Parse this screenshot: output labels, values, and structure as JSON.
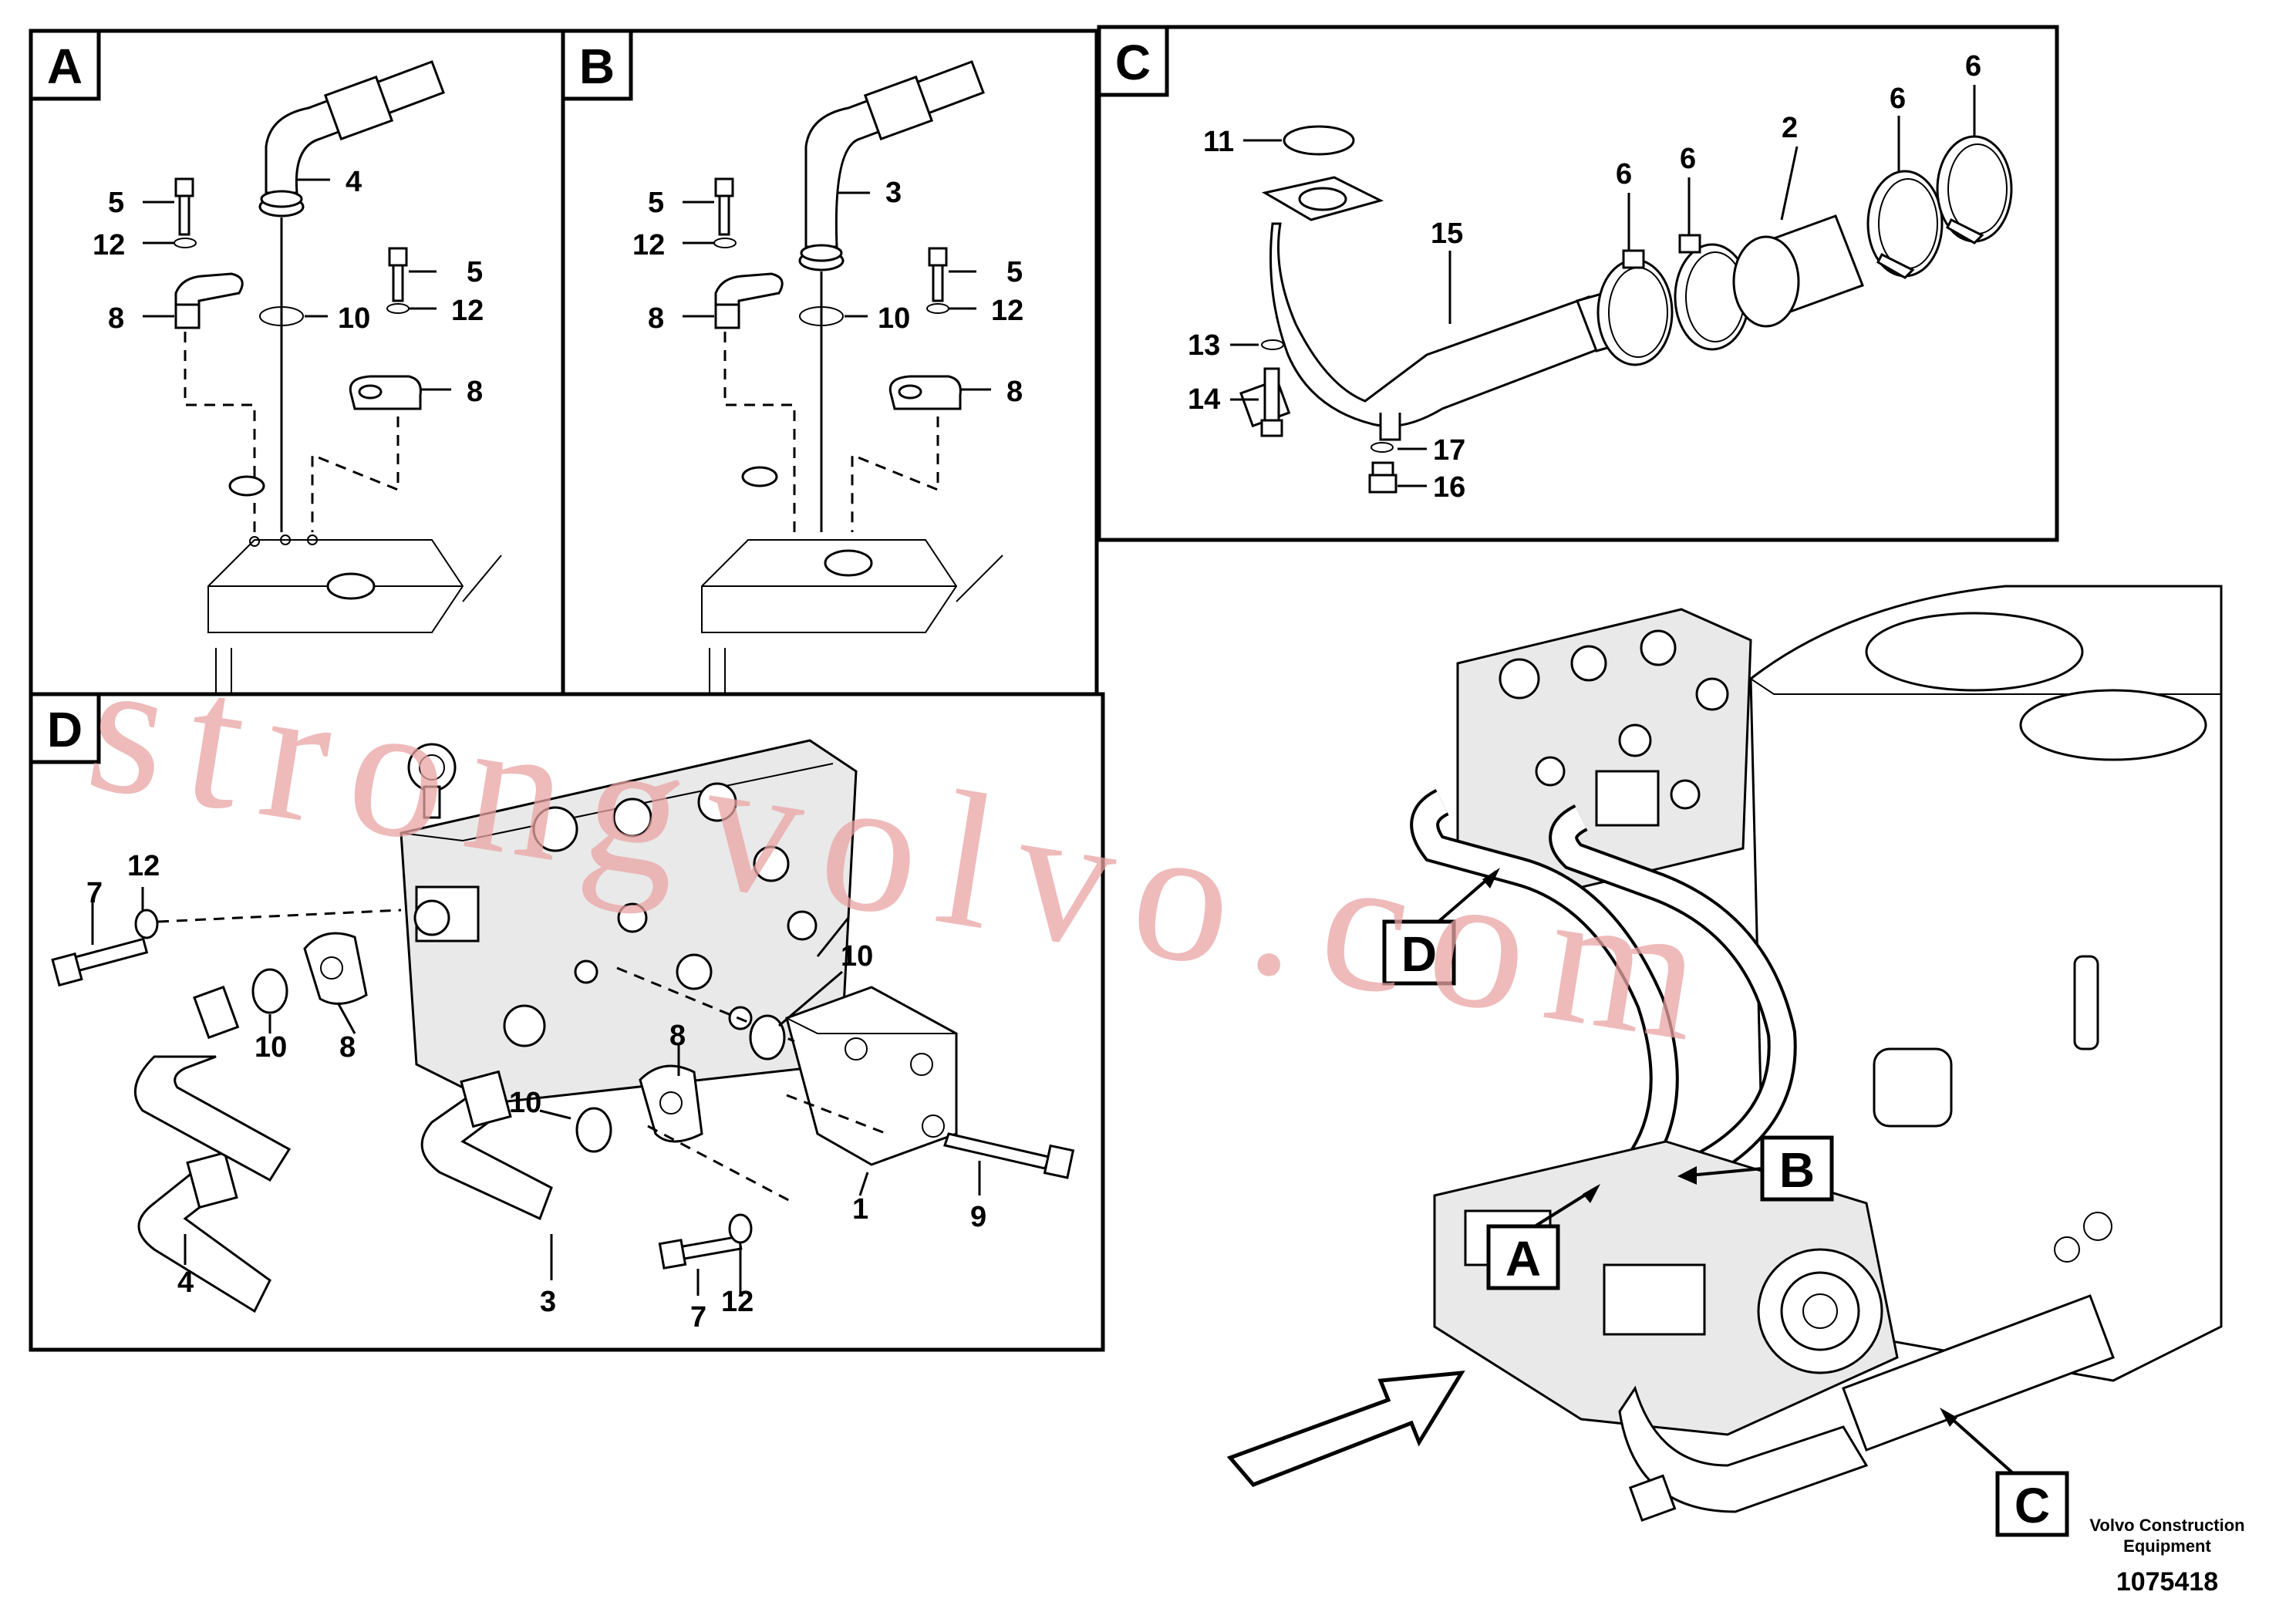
{
  "panels": [
    {
      "label": "A"
    },
    {
      "label": "B"
    },
    {
      "label": "C"
    },
    {
      "label": "D"
    }
  ],
  "callouts": {
    "a": [
      "4",
      "5",
      "12",
      "8",
      "10",
      "5",
      "12",
      "8"
    ],
    "b": [
      "3",
      "5",
      "12",
      "8",
      "10",
      "5",
      "12",
      "8"
    ],
    "c": [
      "11",
      "6",
      "6",
      "2",
      "6",
      "6",
      "15",
      "13",
      "14",
      "17",
      "16"
    ],
    "d": [
      "7",
      "12",
      "10",
      "10",
      "8",
      "4",
      "8",
      "10",
      "1",
      "9",
      "3",
      "7",
      "12"
    ]
  },
  "overview_labels": {
    "d": "D",
    "a": "A",
    "b": "B",
    "c": "C"
  },
  "footer": {
    "brand_line1": "Volvo Construction",
    "brand_line2": "Equipment",
    "doc_number": "1075418"
  },
  "watermark": "strongvolvo.com"
}
